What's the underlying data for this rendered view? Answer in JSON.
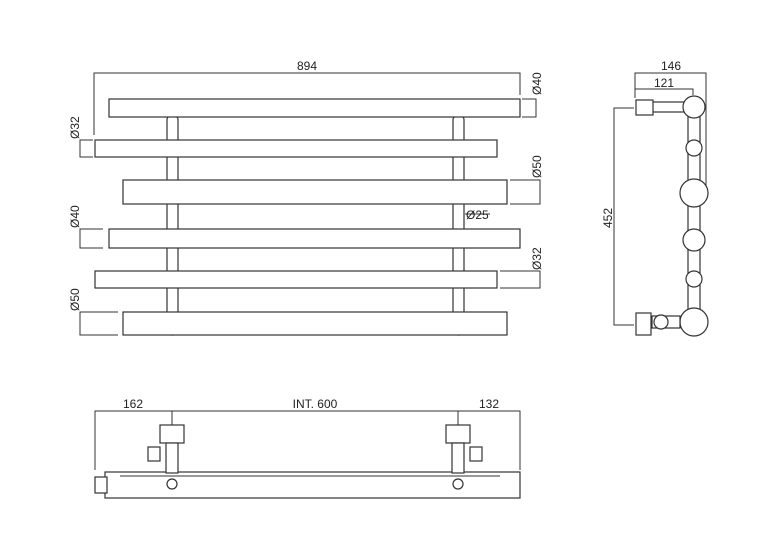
{
  "front_view": {
    "overall_width": "894",
    "dia_top_right": "Ø40",
    "dia_left_1": "Ø32",
    "dia_right_2": "Ø50",
    "dia_post": "Ø25",
    "dia_left_2": "Ø40",
    "dia_right_3": "Ø32",
    "dia_left_3": "Ø50"
  },
  "side_view": {
    "depth_total": "146",
    "depth_centre": "121",
    "height": "452"
  },
  "bottom_view": {
    "left_offset": "162",
    "centres": "INT. 600",
    "right_offset": "132"
  }
}
